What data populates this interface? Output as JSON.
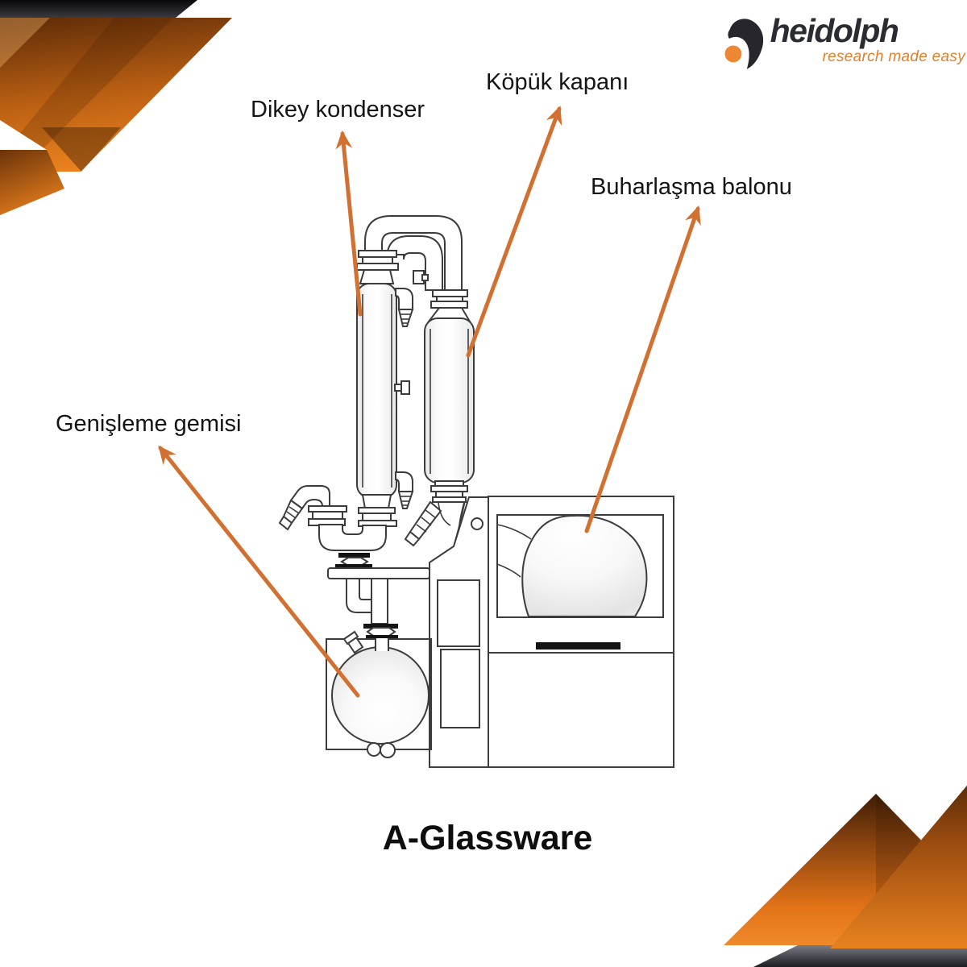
{
  "page": {
    "title": "A-Glassware"
  },
  "logo": {
    "brand": "heidolph",
    "tagline": "research made easy",
    "brand_color": "#2b2c31",
    "accent_color": "#e0802a",
    "mark": "comma-swoosh-with-orange-dot"
  },
  "labels": {
    "dikey": {
      "text": "Dikey kondenser",
      "points_to": "vertical-condenser"
    },
    "kopuk": {
      "text": "Köpük kapanı",
      "points_to": "foam-trap"
    },
    "buharlasma": {
      "text": "Buharlaşma balonu",
      "points_to": "evaporating-flask"
    },
    "genisleme": {
      "text": "Genişleme gemisi",
      "points_to": "expansion-vessel"
    }
  },
  "colors": {
    "arrow": "#d27032",
    "line": "#3c3c3c",
    "decoration_orange": "#e8821f",
    "decoration_dark": "#1c1c22"
  },
  "diagram": {
    "type": "labeled-equipment-drawing",
    "subject": "rotary-evaporator-glassware",
    "parts": [
      "vertical-condenser",
      "foam-trap",
      "evaporating-flask",
      "expansion-vessel",
      "vapor-tube-manifold",
      "evaporator-body"
    ]
  }
}
